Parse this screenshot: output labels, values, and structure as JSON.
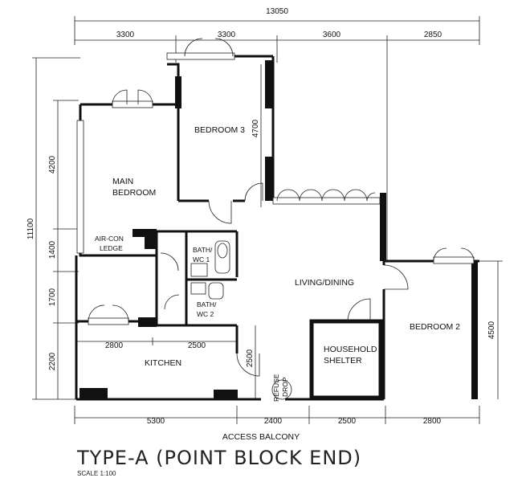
{
  "dimensions": {
    "top_total": "13050",
    "top": [
      "3300",
      "3300",
      "3600",
      "2850"
    ],
    "left_total": "11100",
    "left": [
      "4200",
      "1400",
      "1700",
      "2200"
    ],
    "bedroom3_depth": "4700",
    "bedroom2_depth": "4500",
    "kitchen_top": [
      "2800",
      "2500"
    ],
    "bottom": [
      "5300",
      "2400",
      "2500",
      "2800"
    ],
    "corridor": "2500"
  },
  "rooms": {
    "main_bedroom_line1": "MAIN",
    "main_bedroom_line2": "BEDROOM",
    "bedroom3": "BEDROOM 3",
    "bedroom2": "BEDROOM 2",
    "aircon_line1": "AIR-CON",
    "aircon_line2": "LEDGE",
    "bath1_line1": "BATH/",
    "bath1_line2": "WC 1",
    "bath2_line1": "BATH/",
    "bath2_line2": "WC 2",
    "living_dining": "LIVING/DINING",
    "kitchen": "KITCHEN",
    "household_line1": "HOUSEHOLD",
    "household_line2": "SHELTER",
    "refuse_line1": "REFUSE",
    "refuse_line2": "DROP"
  },
  "access_balcony": "ACCESS BALCONY",
  "plan_title": "TYPE-A (POINT BLOCK END)",
  "scale": "SCALE 1:100"
}
